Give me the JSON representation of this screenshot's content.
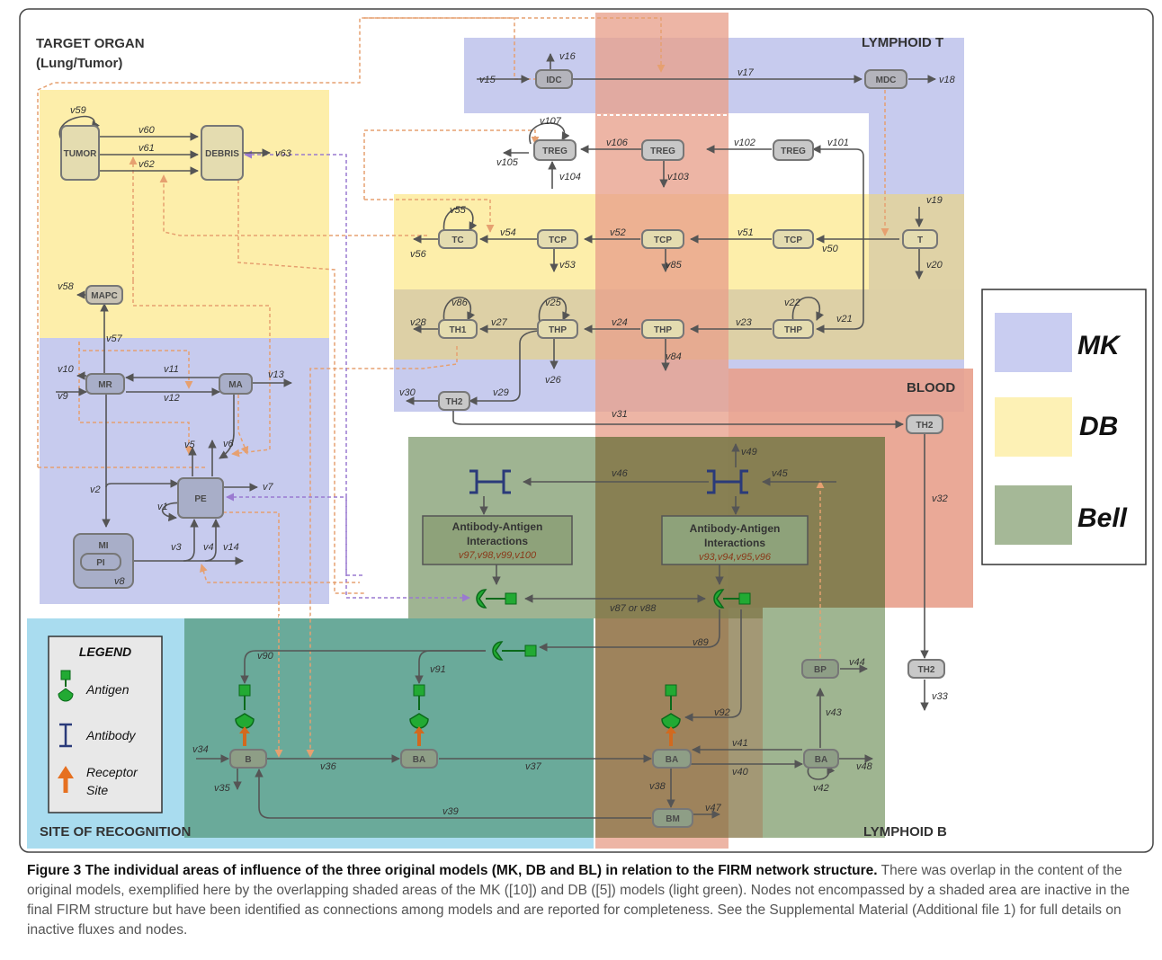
{
  "zones": {
    "target_organ": "TARGET ORGAN",
    "target_organ_sub": "(Lung/Tumor)",
    "lymphoid_t": "LYMPHOID T",
    "blood": "BLOOD",
    "site_of_recognition": "SITE OF RECOGNITION",
    "lymphoid_b": "LYMPHOID B"
  },
  "colors": {
    "MK": "#bcc6eb",
    "DB": "#fdeeaa",
    "Bell": "#9fb591",
    "Blood": "#e8a08c",
    "Site": "#a9dcef",
    "Overlap": "#6aaa9a"
  },
  "model_legend": [
    {
      "label": "MK",
      "color": "#c9cdf1"
    },
    {
      "label": "DB",
      "color": "#fdf1b5"
    },
    {
      "label": "Bell",
      "color": "#a5b897"
    }
  ],
  "legend": {
    "title": "LEGEND",
    "items": [
      "Antigen",
      "Antibody",
      "Receptor",
      "Site"
    ]
  },
  "nodes": {
    "idc": "IDC",
    "mdc": "MDC",
    "treg": "TREG",
    "tc": "TC",
    "tcp": "TCP",
    "t": "T",
    "th1": "TH1",
    "thp": "THP",
    "th2": "TH2",
    "mapc": "MAPC",
    "mr": "MR",
    "ma": "MA",
    "pe": "PE",
    "mi": "MI",
    "pi": "PI",
    "tumor": "TUMOR",
    "debris": "DEBRIS",
    "b": "B",
    "ba": "BA",
    "bm": "BM",
    "bp": "BP"
  },
  "boxes": {
    "aai_title_1": "Antibody-Antigen",
    "aai_title_2": "Interactions",
    "aai_left_flux": "v97,v98,v99,v100",
    "aai_right_flux": "v93,v94,v95,v96"
  },
  "flux": {
    "v1": "v1",
    "v2": "v2",
    "v3": "v3",
    "v4": "v4",
    "v5": "v5",
    "v6": "v6",
    "v7": "v7",
    "v8": "v8",
    "v9": "v9",
    "v10": "v10",
    "v11": "v11",
    "v12": "v12",
    "v13": "v13",
    "v14": "v14",
    "v15": "v15",
    "v16": "v16",
    "v17": "v17",
    "v18": "v18",
    "v19": "v19",
    "v20": "v20",
    "v21": "v21",
    "v22": "v22",
    "v23": "v23",
    "v24": "v24",
    "v25": "v25",
    "v26": "v26",
    "v27": "v27",
    "v28": "v28",
    "v29": "v29",
    "v30": "v30",
    "v31": "v31",
    "v32": "v32",
    "v33": "v33",
    "v34": "v34",
    "v35": "v35",
    "v36": "v36",
    "v37": "v37",
    "v38": "v38",
    "v39": "v39",
    "v40": "v40",
    "v41": "v41",
    "v42": "v42",
    "v43": "v43",
    "v44": "v44",
    "v45": "v45",
    "v46": "v46",
    "v47": "v47",
    "v48": "v48",
    "v49": "v49",
    "v50": "v50",
    "v51": "v51",
    "v52": "v52",
    "v53": "v53",
    "v54": "v54",
    "v55": "v55",
    "v56": "v56",
    "v57": "v57",
    "v58": "v58",
    "v59": "v59",
    "v60": "v60",
    "v61": "v61",
    "v62": "v62",
    "v63": "v63",
    "v84": "v84",
    "v85": "v85",
    "v86": "v86",
    "v87_88": "v87  or  v88",
    "v89": "v89",
    "v90": "v90",
    "v91": "v91",
    "v92": "v92",
    "v101": "v101",
    "v102": "v102",
    "v103": "v103",
    "v104": "v104",
    "v105": "v105",
    "v106": "v106",
    "v107": "v107"
  },
  "caption": {
    "title": "Figure 3 The individual areas of influence of the three original models (MK, DB and BL) in relation to the FIRM network structure.",
    "body": "There was overlap in the content of the original models, exemplified here by the overlapping shaded areas of the MK ([10]) and DB ([5]) models (light green). Nodes not encompassed by a shaded area are inactive in the final FIRM structure but have been identified as connections among models and are reported for completeness. See the Supplemental Material (Additional file 1) for full details on inactive fluxes and nodes."
  }
}
